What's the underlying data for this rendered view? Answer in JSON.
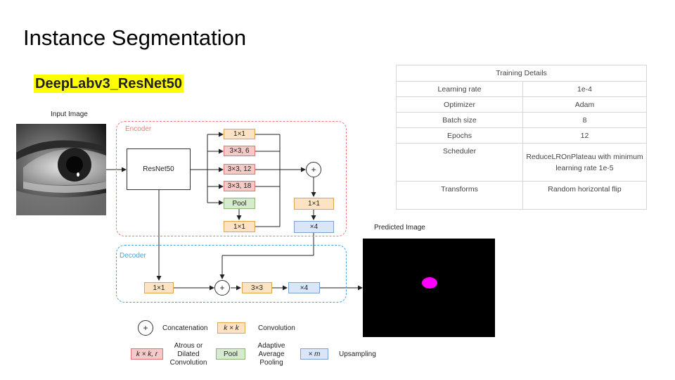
{
  "title": "Instance Segmentation",
  "model_name": "DeepLabv3_ResNet50",
  "input_label": "Input Image",
  "predicted_label": "Predicted Image",
  "encoder": {
    "label": "Encoder",
    "backbone": "ResNet50",
    "branches": [
      "1×1",
      "3×3, 6",
      "3×3, 12",
      "3×3, 18",
      "Pool"
    ],
    "pool_conv": "1×1",
    "concat_symbol": "+",
    "post_conv": "1×1",
    "upsample": "×4"
  },
  "decoder": {
    "label": "Decoder",
    "skip_conv": "1×1",
    "concat_symbol": "+",
    "conv": "3×3",
    "upsample": "×4"
  },
  "legend": {
    "concat_symbol": "+",
    "concat_label": "Concatenation",
    "conv_symbol": "k × k",
    "conv_label": "Convolution",
    "atrous_symbol": "k × k, r",
    "atrous_label": [
      "Atrous or",
      "Dilated",
      "Convolution"
    ],
    "pool_symbol": "Pool",
    "pool_label": [
      "Adaptive",
      "Average",
      "Pooling"
    ],
    "upsample_symbol": "× m",
    "upsample_label": "Upsampling"
  },
  "training_table": {
    "header": "Training Details",
    "rows": [
      {
        "param": "Learning rate",
        "value": "1e-4"
      },
      {
        "param": "Optimizer",
        "value": "Adam"
      },
      {
        "param": "Batch size",
        "value": "8"
      },
      {
        "param": "Epochs",
        "value": "12"
      },
      {
        "param": "Scheduler",
        "value": "ReduceLROnPlateau with minimum learning rate 1e-5"
      },
      {
        "param": "Transforms",
        "value": "Random horizontal flip"
      }
    ]
  },
  "colors": {
    "encoder_border": "#f0797a",
    "decoder_border": "#4aa3df",
    "highlight": "#ffff00",
    "mask": "#ff00ff"
  }
}
